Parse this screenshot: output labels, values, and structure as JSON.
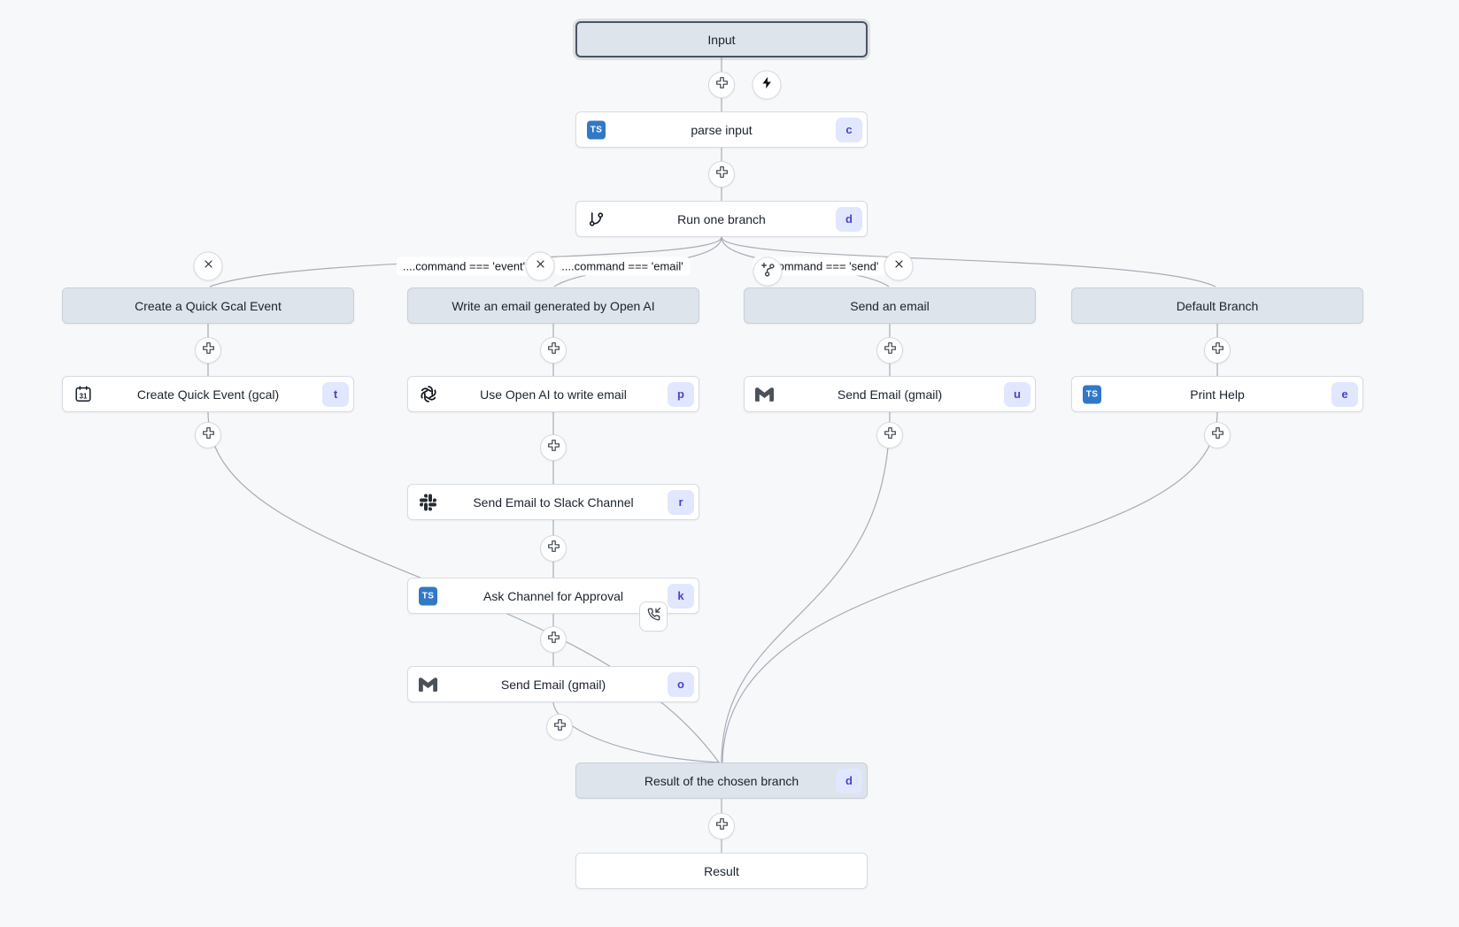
{
  "colors": {
    "canvas_bg": "#f7f8fa",
    "edge": "#a6acb5",
    "virtual_node_bg": "#dee4eb",
    "virtual_node_border": "#c7cfd8",
    "node_bg": "#ffffff",
    "node_border": "#d7dce2",
    "selected_border": "#4a5565",
    "badge_bg": "#e0e7ff",
    "badge_text": "#4a44ce",
    "typescript_blue": "#3178c6"
  },
  "icons": {
    "ts_label": "TS",
    "calendar_day": "31"
  },
  "nodes": {
    "input": {
      "label": "Input"
    },
    "parse_input": {
      "label": "parse input",
      "badge": "c",
      "icon": "typescript-icon"
    },
    "run_one_branch": {
      "label": "Run one branch",
      "badge": "d",
      "icon": "git-branch-icon"
    },
    "result_of_branch": {
      "label": "Result of the chosen branch",
      "badge": "d"
    },
    "result": {
      "label": "Result"
    }
  },
  "branches": [
    {
      "header": "Create a Quick Gcal Event",
      "condition": "....command === 'event'",
      "steps": [
        {
          "label": "Create Quick Event (gcal)",
          "badge": "t",
          "icon": "calendar-icon"
        }
      ]
    },
    {
      "header": "Write an email generated by Open AI",
      "condition": "....command === 'email'",
      "steps": [
        {
          "label": "Use Open AI to write email",
          "badge": "p",
          "icon": "openai-icon"
        },
        {
          "label": "Send Email to Slack Channel",
          "badge": "r",
          "icon": "slack-icon"
        },
        {
          "label": "Ask Channel for Approval",
          "badge": "k",
          "icon": "typescript-icon",
          "suspend": "phone-incoming-icon"
        },
        {
          "label": "Send Email (gmail)",
          "badge": "o",
          "icon": "gmail-icon"
        }
      ]
    },
    {
      "header": "Send an email",
      "condition": "....command === 'send'",
      "steps": [
        {
          "label": "Send Email (gmail)",
          "badge": "u",
          "icon": "gmail-icon"
        }
      ]
    },
    {
      "header": "Default Branch",
      "condition": "",
      "steps": [
        {
          "label": "Print Help",
          "badge": "e",
          "icon": "typescript-icon"
        }
      ]
    }
  ]
}
